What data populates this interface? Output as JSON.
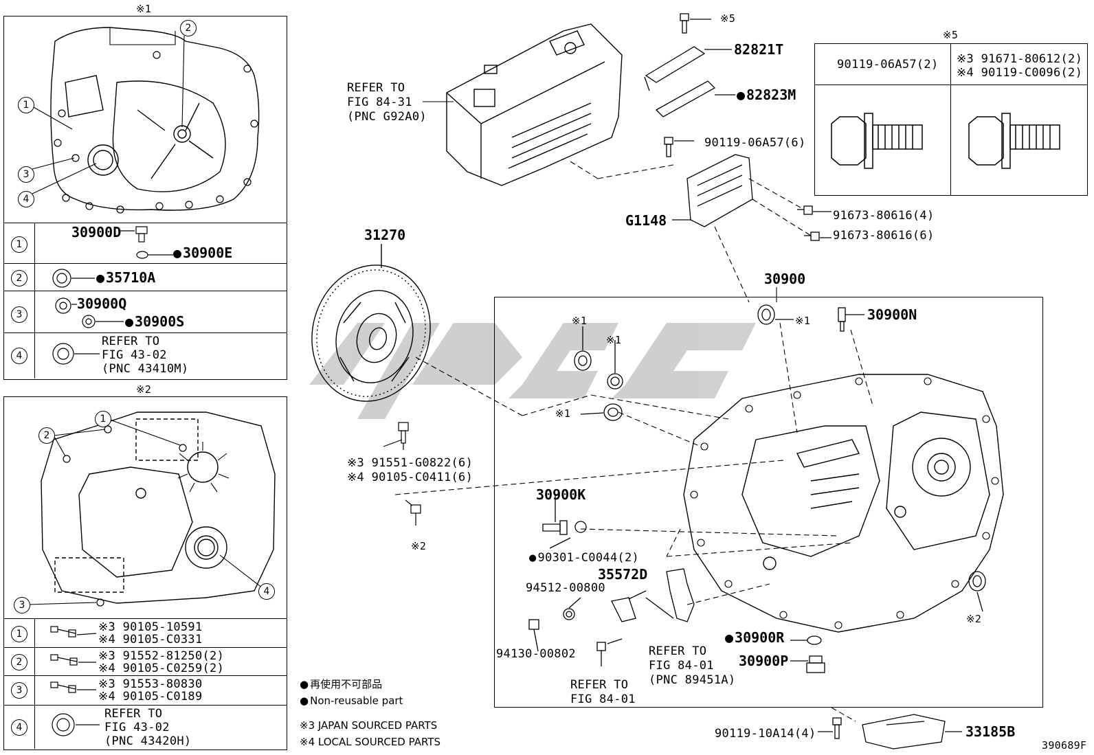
{
  "callouts": {
    "n1": "※1",
    "n2": "※2",
    "n5": "※5",
    "c1": "1",
    "c2": "2",
    "c3": "3",
    "c4": "4"
  },
  "parts": {
    "p82821T": "82821T",
    "p82823M": "82823M",
    "p90119_06A57_6": "90119-06A57(6)",
    "pG1148": "G1148",
    "p91673_4": "91673-80616(4)",
    "p91673_6": "91673-80616(6)",
    "p31270": "31270",
    "p30900": "30900",
    "p30900N": "30900N",
    "p30900K": "30900K",
    "p90301": "90301-C0044(2)",
    "p35572D": "35572D",
    "p94512": "94512-00800",
    "p94130": "94130-00802",
    "p30900R": "30900R",
    "p30900P": "30900P",
    "p33185B": "33185B",
    "p90119_10A14": "90119-10A14(4)",
    "p91551": "※3 91551-G0822(6)",
    "p90105_C0411": "※4 90105-C0411(6)",
    "refer84_31_a": "REFER TO",
    "refer84_31_b": "FIG 84-31",
    "refer84_31_c": "(PNC G92A0)",
    "refer84_01a_a": "REFER TO",
    "refer84_01a_b": "FIG 84-01",
    "refer84_01a_c": "(PNC 89451A)",
    "refer84_01b_a": "REFER TO",
    "refer84_01b_b": "FIG 84-01",
    "figure_code": "390689F"
  },
  "table1": {
    "r1a": "30900D",
    "r1b": "30900E",
    "r2": "35710A",
    "r3a": "30900Q",
    "r3b": "30900S",
    "r4a": "REFER TO",
    "r4b": "FIG 43-02",
    "r4c": "(PNC 43410M)"
  },
  "table2": {
    "r1a": "※3 90105-10591",
    "r1b": "※4 90105-C0331",
    "r2a": "※3 91552-81250(2)",
    "r2b": "※4 90105-C0259(2)",
    "r3a": "※3 91553-80830",
    "r3b": "※4 90105-C0189",
    "r4a": "REFER TO",
    "r4b": "FIG 43-02",
    "r4c": "(PNC 43420H)"
  },
  "table5": {
    "left": "90119-06A57(2)",
    "right_a": "※3 91671-80612(2)",
    "right_b": "※4 90119-C0096(2)"
  },
  "legend": {
    "jp": "再使用不可部品",
    "en": "Non-reusable part",
    "s3": "※3 JAPAN SOURCED PARTS",
    "s4": "※4 LOCAL SOURCED PARTS"
  }
}
